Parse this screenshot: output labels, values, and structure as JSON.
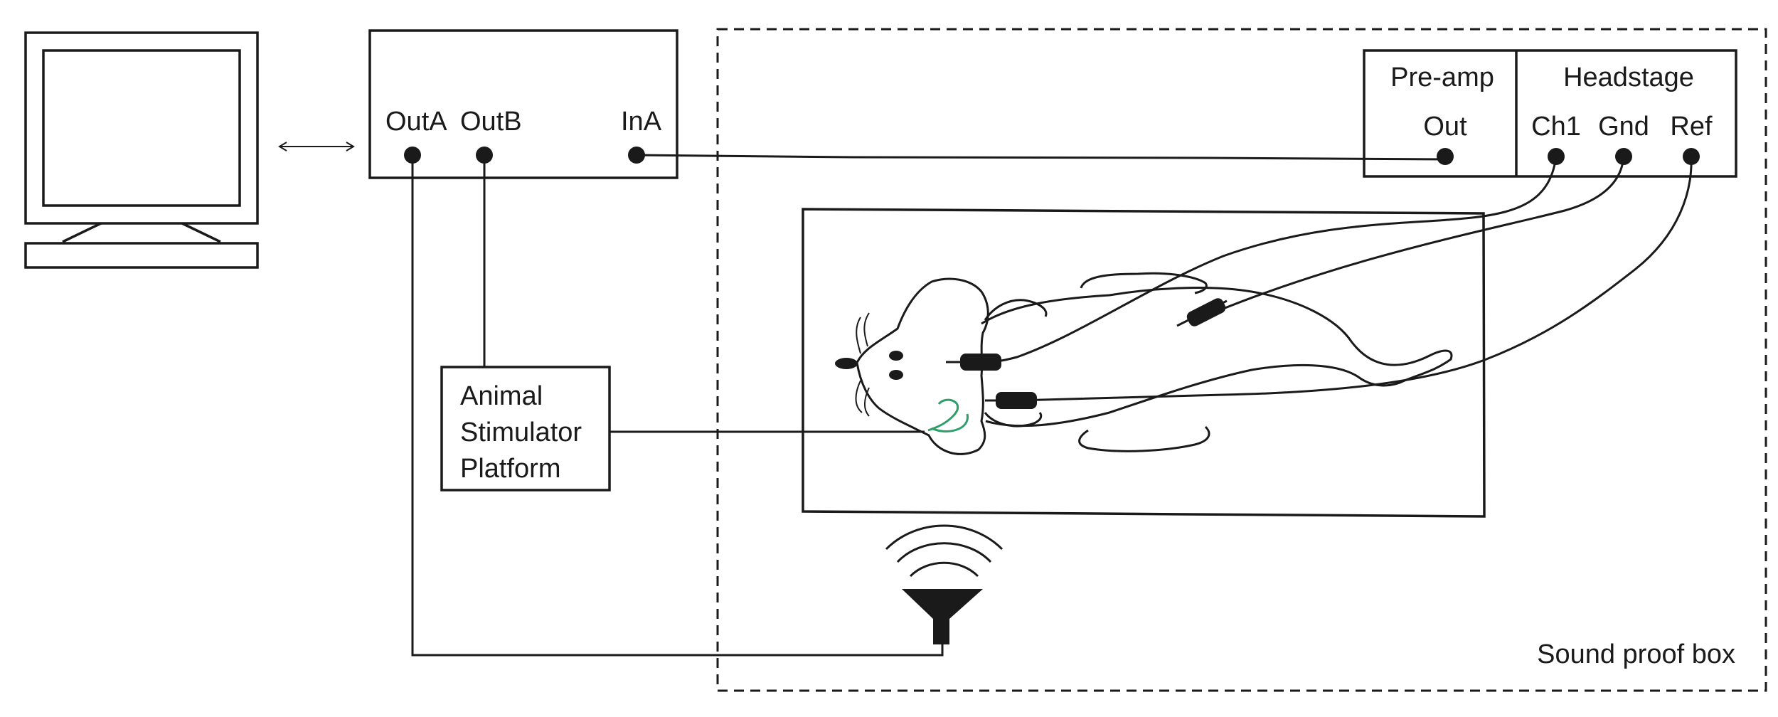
{
  "device": {
    "port_out_a": "OutA",
    "port_out_b": "OutB",
    "port_in_a": "InA"
  },
  "stimulator": {
    "line1": "Animal",
    "line2": "Stimulator",
    "line3": "Platform"
  },
  "preamp": {
    "title": "Pre-amp",
    "port_out": "Out"
  },
  "headstage": {
    "title": "Headstage",
    "port_ch1": "Ch1",
    "port_gnd": "Gnd",
    "port_ref": "Ref"
  },
  "enclosure": {
    "label": "Sound proof box"
  },
  "colors": {
    "line": "#1a1a1a",
    "stimulator_probe": "#2e9e6a"
  }
}
